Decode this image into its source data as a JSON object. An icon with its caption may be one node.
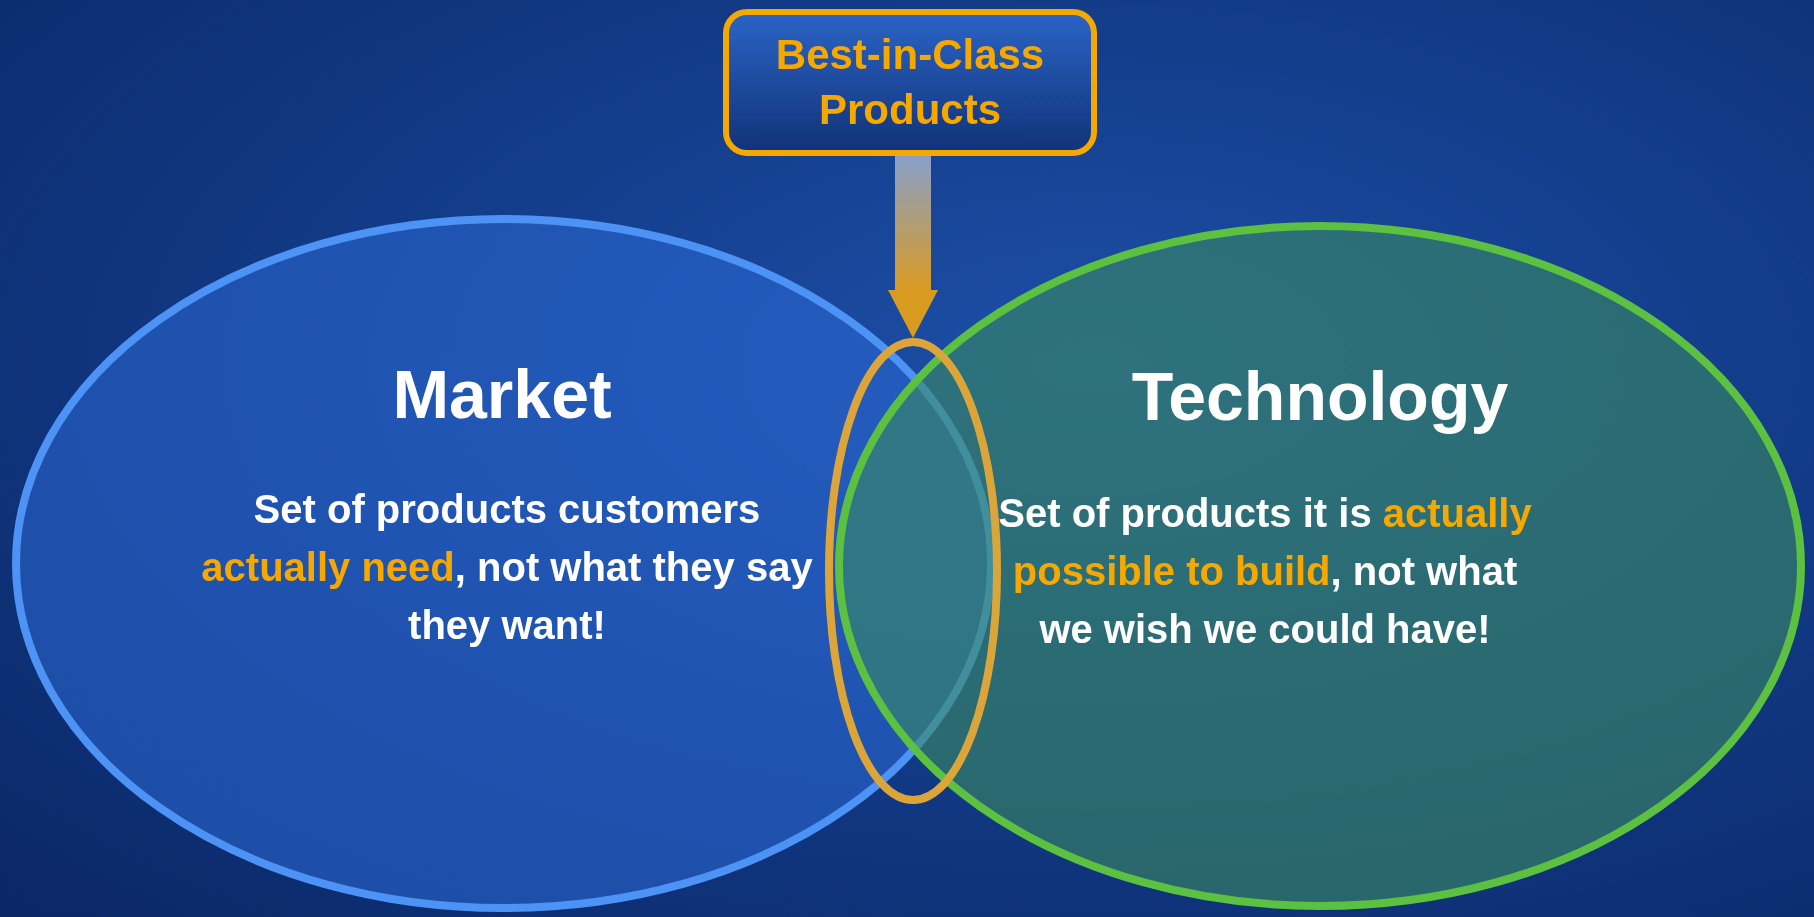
{
  "diagram": {
    "nodes": [
      {
        "text": [
          "Best-in-Class Products"
        ]
      },
      {
        "text": [
          "Market",
          "Set of products customers **actually need**, not what they say they want!"
        ]
      },
      {
        "text": [
          "Technology",
          "Set of products it is **actually possible to build**, not what we wish we could have!"
        ]
      },
      {
        "text": [],
        "shape": "ellipse"
      }
    ],
    "edges": [
      {
        "from": 0,
        "to": 3,
        "arrow": "to"
      }
    ]
  }
}
